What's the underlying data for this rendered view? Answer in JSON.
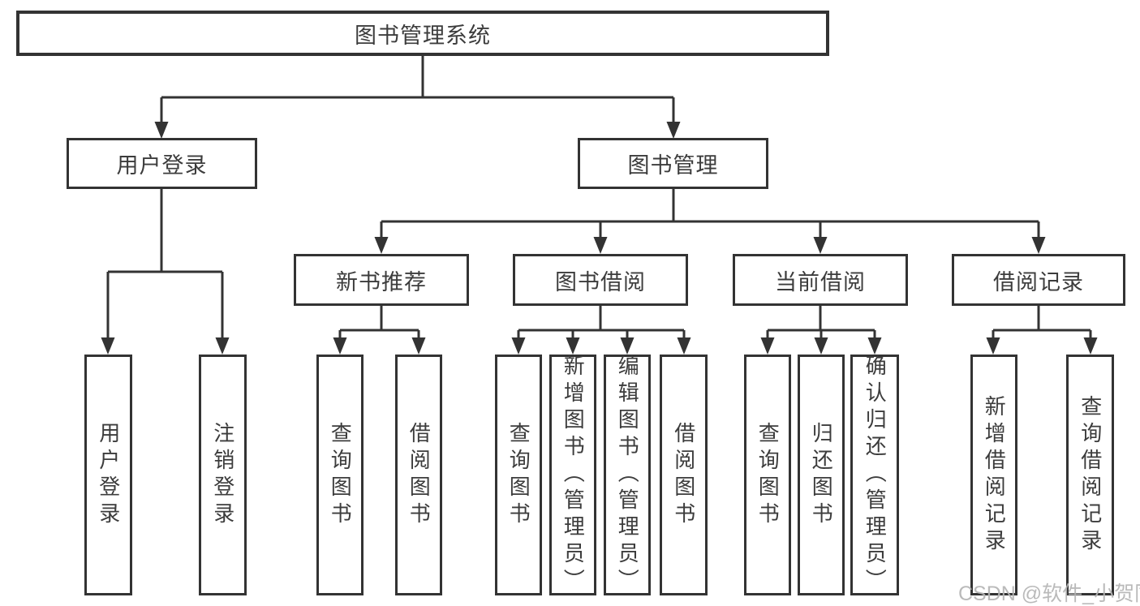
{
  "colors": {
    "line": "#333333",
    "box_border": "#333333",
    "text": "#3c3c3c",
    "background": "#ffffff",
    "watermark": "#b5b5b5"
  },
  "org_chart": {
    "type": "hierarchy-diagram",
    "root": {
      "label": "图书管理系统"
    },
    "branches": [
      {
        "label": "用户登录",
        "children": [
          {
            "label": "用户登录"
          },
          {
            "label": "注销登录"
          }
        ]
      },
      {
        "label": "图书管理",
        "children": [
          {
            "label": "新书推荐",
            "children": [
              {
                "label": "查询图书"
              },
              {
                "label": "借阅图书"
              }
            ]
          },
          {
            "label": "图书借阅",
            "children": [
              {
                "label": "查询图书"
              },
              {
                "label": "新增图书（管理员）"
              },
              {
                "label": "编辑图书（管理员）"
              },
              {
                "label": "借阅图书"
              }
            ]
          },
          {
            "label": "当前借阅",
            "children": [
              {
                "label": "查询图书"
              },
              {
                "label": "归还图书"
              },
              {
                "label": "确认归还（管理员）"
              }
            ]
          },
          {
            "label": "借阅记录",
            "children": [
              {
                "label": "新增借阅记录"
              },
              {
                "label": "查询借阅记录"
              }
            ]
          }
        ]
      }
    ]
  },
  "watermark": {
    "text": "CSDN @软件_小贺同学"
  }
}
